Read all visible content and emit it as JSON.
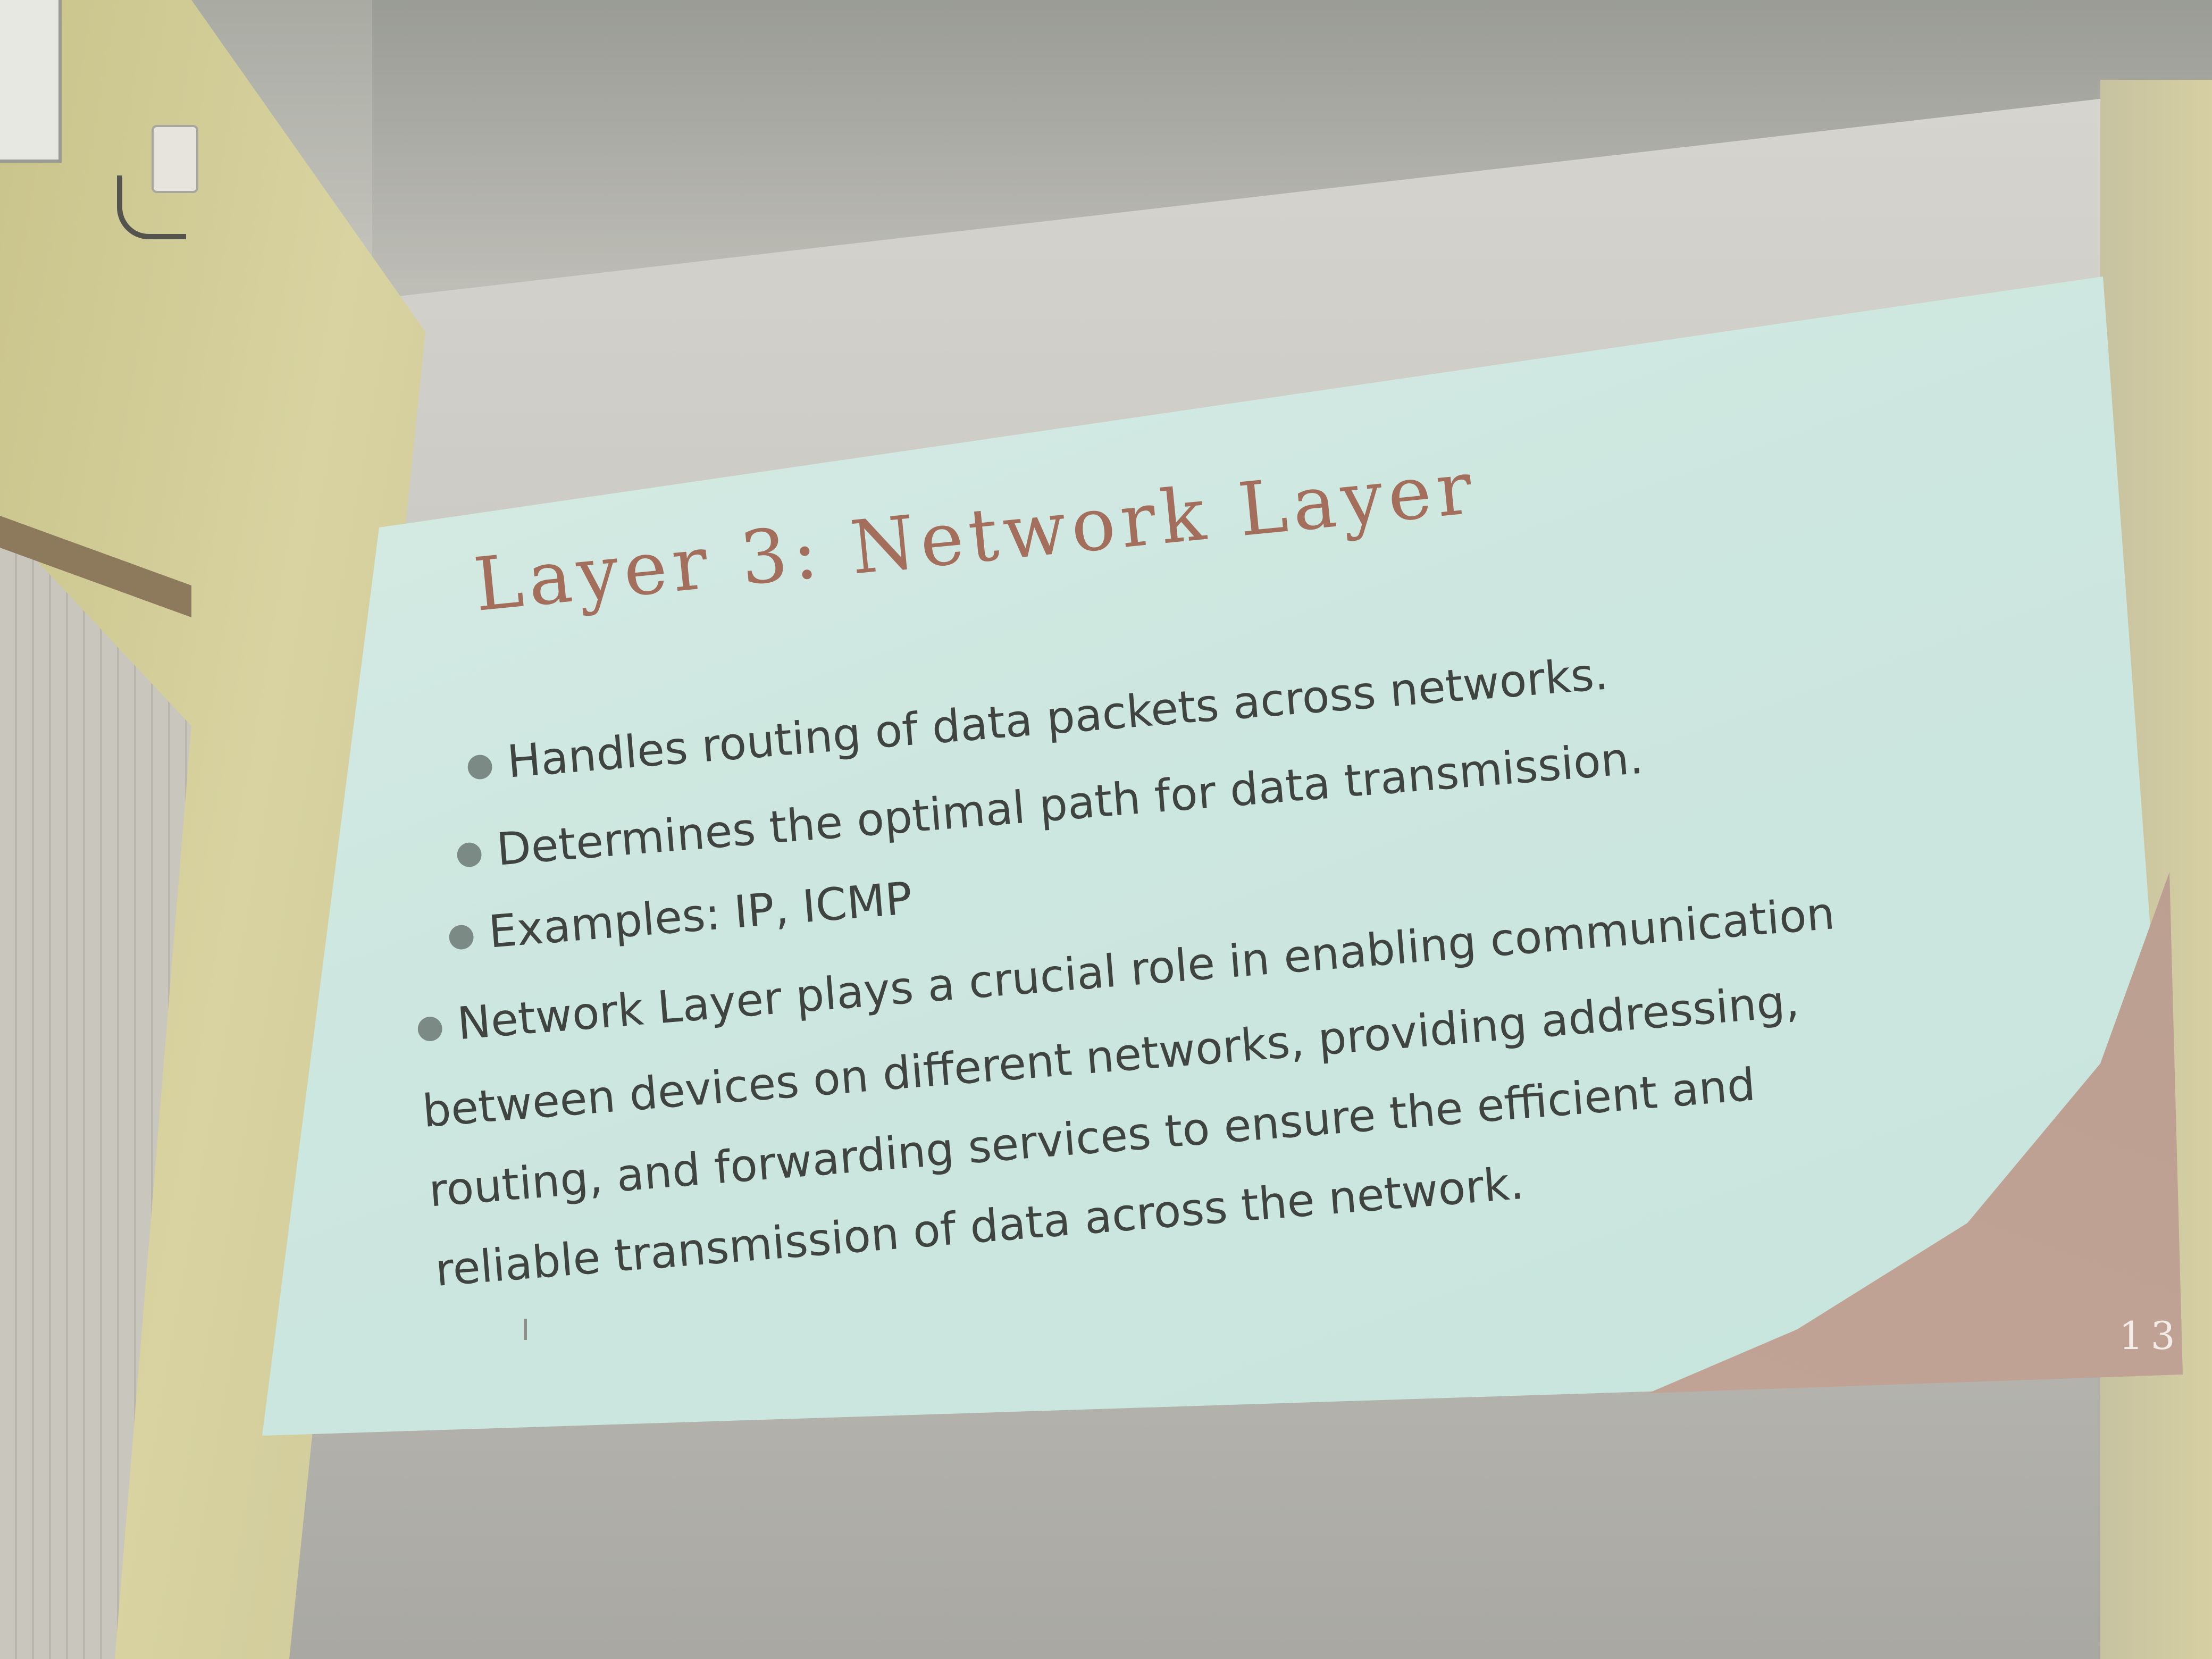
{
  "slide": {
    "title": "Layer 3: Network Layer",
    "bullets": [
      "Handles routing of data packets across networks.",
      "Determines the optimal path for data transmission.",
      "Examples: IP, ICMP"
    ],
    "summary_lines": [
      "Network Layer plays a crucial role in enabling communication",
      "between devices on different networks, providing addressing,",
      "routing, and forwarding services to ensure the efficient and",
      "reliable transmission of data across the network."
    ],
    "page_number": "13"
  },
  "colors": {
    "title": "#a36e5b",
    "body_text": "#3f4440",
    "slide_background": "#cde7e0",
    "accent_swoosh": "#c8a89a"
  }
}
